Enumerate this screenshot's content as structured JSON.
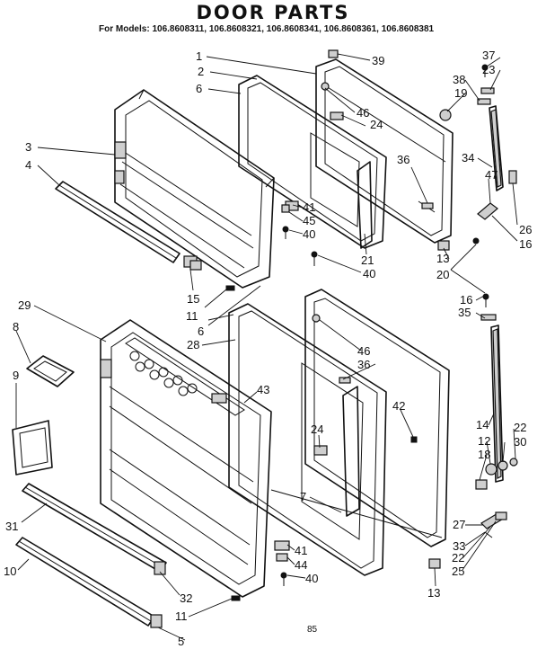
{
  "header": {
    "title": "DOOR PARTS",
    "models": "For Models: 106.8608311, 106.8608321, 106.8608341, 106.8608361, 106.8608381"
  },
  "callouts": [
    "1",
    "2",
    "6",
    "3",
    "4",
    "15",
    "11",
    "6",
    "29",
    "8",
    "9",
    "31",
    "10",
    "32",
    "11",
    "5",
    "28",
    "43",
    "24",
    "7",
    "41",
    "44",
    "40",
    "46",
    "36",
    "42",
    "39",
    "46",
    "24",
    "36",
    "41",
    "45",
    "40",
    "21",
    "40",
    "37",
    "23",
    "38",
    "19",
    "34",
    "47",
    "26",
    "16",
    "13",
    "20",
    "16",
    "35",
    "14",
    "22",
    "12",
    "30",
    "18",
    "27",
    "33",
    "22",
    "25",
    "13"
  ],
  "footer_mark": "85"
}
